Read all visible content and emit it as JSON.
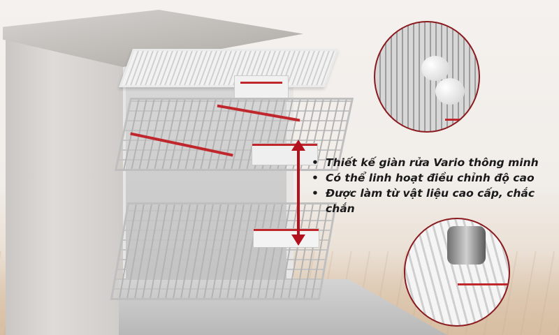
{
  "image": {
    "subject": "dishwasher with Vario adjustable racks",
    "accent_color": "#c0272d",
    "arrow_color": "#b3111e",
    "circle_border_color": "#8b1a1f"
  },
  "features": {
    "items": [
      "Thiết kế giàn rửa Vario thông minh",
      "Có thể linh hoạt điều chỉnh độ cao",
      "Được làm từ vật liệu cao cấp, chắc chắn"
    ]
  },
  "insets": {
    "top": "cutlery-tray-detail",
    "bottom": "lower-rack-detail"
  }
}
